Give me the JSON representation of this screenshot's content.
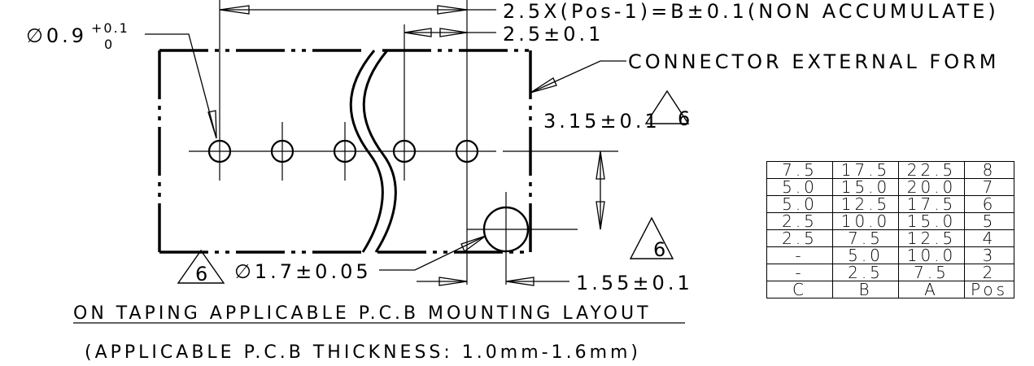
{
  "drawing": {
    "pitch_label": "2.5X(Pos-1)=B±0.1(NON ACCUMULATE)",
    "pitch_single": "2.5±0.1",
    "hole_dia_main": "∅0.9",
    "hole_tol_upper": "+0.1",
    "hole_tol_lower": "0",
    "connector_form_label": "CONNECTOR EXTERNAL FORM",
    "vertical_offset": "3.15±0.1",
    "big_hole_dia": "∅1.7±0.05",
    "edge_offset": "1.55±0.1",
    "note_marker": "6",
    "caption_main": "ON TAPING APPLICABLE P.C.B MOUNTING LAYOUT",
    "caption_sub": "(APPLICABLE P.C.B THICKNESS: 1.0mm-1.6mm)"
  },
  "table": {
    "rows": [
      [
        "7.5",
        "17.5",
        "22.5",
        "8"
      ],
      [
        "5.0",
        "15.0",
        "20.0",
        "7"
      ],
      [
        "5.0",
        "12.5",
        "17.5",
        "6"
      ],
      [
        "2.5",
        "10.0",
        "15.0",
        "5"
      ],
      [
        "2.5",
        "7.5",
        "12.5",
        "4"
      ],
      [
        "-",
        "5.0",
        "10.0",
        "3"
      ],
      [
        "-",
        "2.5",
        "7.5",
        "2"
      ]
    ],
    "header": [
      "C",
      "B",
      "A",
      "Pos"
    ]
  },
  "colors": {
    "line": "#000000",
    "background": "#ffffff"
  }
}
